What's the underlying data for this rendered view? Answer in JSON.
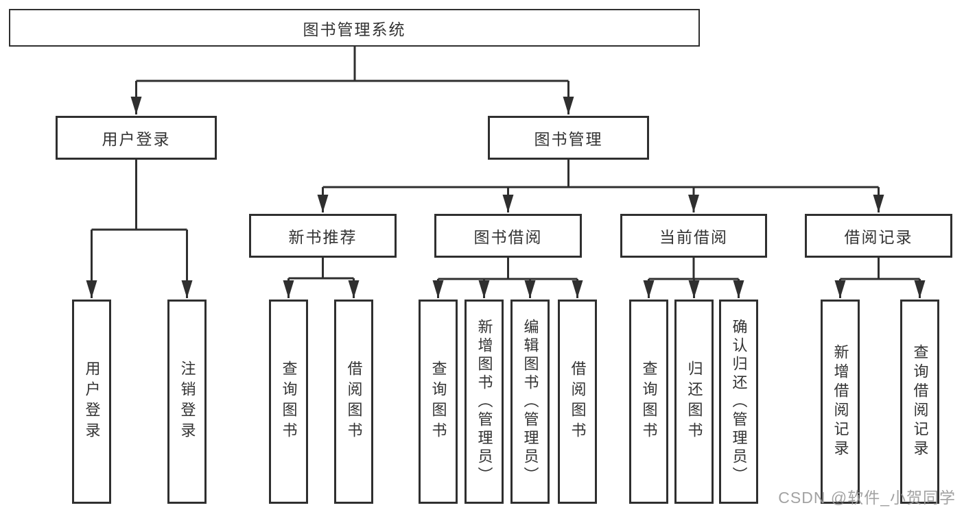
{
  "diagram": {
    "type": "hierarchy-tree",
    "title": "图书管理系统",
    "structure": {
      "图书管理系统": {
        "用户登录": [
          "用户登录",
          "注销登录"
        ],
        "图书管理": {
          "新书推荐": [
            "查询图书",
            "借阅图书"
          ],
          "图书借阅": [
            "查询图书",
            "新增图书（管理员）",
            "编辑图书（管理员）",
            "借阅图书"
          ],
          "当前借阅": [
            "查询图书",
            "归还图书",
            "确认归还（管理员）"
          ],
          "借阅记录": [
            "新增借阅记录",
            "查询借阅记录"
          ]
        }
      }
    }
  },
  "nodes": {
    "root": {
      "label": "图书管理系统"
    },
    "user_login": {
      "label": "用户登录"
    },
    "book_management": {
      "label": "图书管理"
    },
    "new_book_recommend": {
      "label": "新书推荐"
    },
    "book_borrow": {
      "label": "图书借阅"
    },
    "current_borrow": {
      "label": "当前借阅"
    },
    "borrow_record": {
      "label": "借阅记录"
    },
    "leaf_user_login": {
      "label": "用户登录"
    },
    "leaf_logout": {
      "label": "注销登录"
    },
    "leaf_query_book_1": {
      "label": "查询图书"
    },
    "leaf_borrow_book_1": {
      "label": "借阅图书"
    },
    "leaf_query_book_2": {
      "label": "查询图书"
    },
    "leaf_add_book_admin": {
      "label": "新增图书（管理员）"
    },
    "leaf_edit_book_admin": {
      "label": "编辑图书（管理员）"
    },
    "leaf_borrow_book_2": {
      "label": "借阅图书"
    },
    "leaf_query_book_3": {
      "label": "查询图书"
    },
    "leaf_return_book": {
      "label": "归还图书"
    },
    "leaf_confirm_return_admin": {
      "label": "确认归还（管理员）"
    },
    "leaf_add_borrow_record": {
      "label": "新增借阅记录"
    },
    "leaf_query_borrow_record": {
      "label": "查询借阅记录"
    }
  },
  "watermark": {
    "text": "CSDN @软件_小贺同学",
    "color": "#9b9b9b"
  },
  "colors": {
    "line": "#2f2f2f",
    "box_border": "#2f2f2f",
    "text": "#333333",
    "background": "#ffffff"
  }
}
